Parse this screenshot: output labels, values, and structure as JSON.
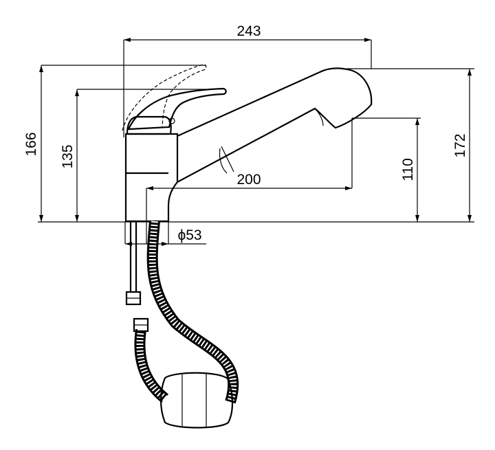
{
  "dimensions": {
    "overall_length": "243",
    "spout_reach": "200",
    "base_diameter": "ϕ53",
    "height_total_left": "166",
    "handle_height": "135",
    "spout_outlet_height": "110",
    "height_total_right": "172"
  }
}
